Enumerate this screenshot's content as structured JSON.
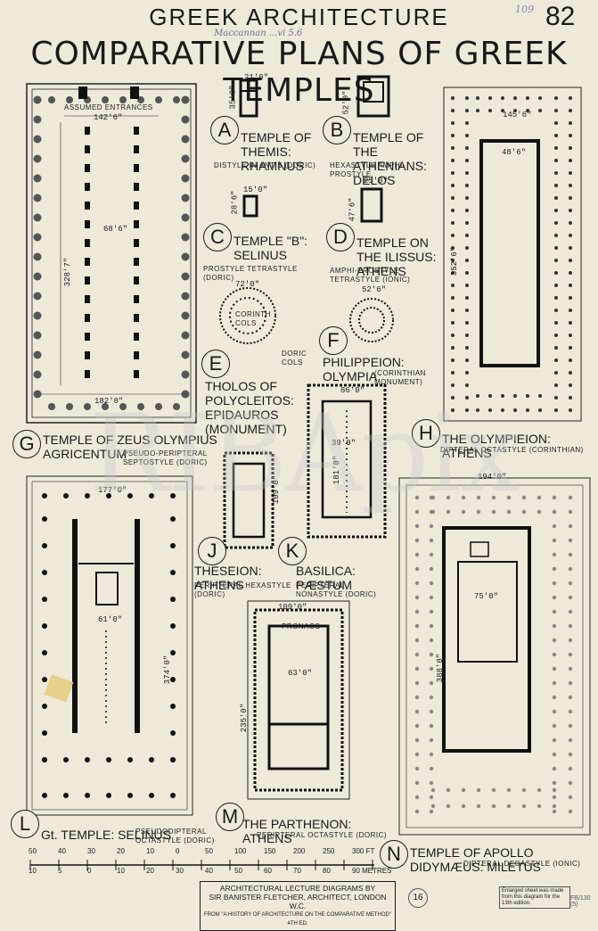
{
  "header": {
    "title": "GREEK ARCHITECTURE",
    "page_number": "82",
    "subtitle": "COMPARATIVE PLANS OF GREEK TEMPLES",
    "pencil_note": "Maccannan ...vi 5.6",
    "pencil_corner": "109"
  },
  "watermark": "RIBApix",
  "plans": {
    "A": {
      "letter": "A",
      "name": "TEMPLE OF THEMIS: RHAMNUS",
      "type": "DISTYLE IN ANTIS (DORIC)",
      "dims": [
        "21'0\"",
        "35'0\""
      ]
    },
    "B": {
      "letter": "B",
      "name": "TEMPLE OF THE ATHENIANS: DELOS",
      "type": "HEXASTYLE AMPHI-PROSTYLE",
      "dims": [
        "52'0\""
      ]
    },
    "C": {
      "letter": "C",
      "name": "TEMPLE \"B\": SELINUS",
      "type": "PROSTYLE TETRASTYLE (DORIC)",
      "dims": [
        "15'0\"",
        "28'6\""
      ]
    },
    "D": {
      "letter": "D",
      "name": "TEMPLE ON THE ILISSUS: ATHENS",
      "type": "AMPHI-PROSTYLE TETRASTYLE (IONIC)",
      "dims": [
        "25'0\"",
        "47'6\""
      ]
    },
    "E": {
      "letter": "E",
      "name": "THOLOS OF POLYCLEITOS: EPIDAUROS (MONUMENT)",
      "notes": [
        "CORINTH COLS",
        "DORIC COLS"
      ],
      "dims": [
        "72'0\""
      ]
    },
    "F": {
      "letter": "F",
      "name": "PHILIPPEION: OLYMPIA",
      "type": "(CORINTHIAN MONUMENT)",
      "dims": [
        "52'6\""
      ]
    },
    "G": {
      "letter": "G",
      "name": "TEMPLE OF ZEUS OLYMPIUS AGRICENTUM",
      "type": "PSEUDO-PERIPTERAL SEPTOSTYLE (DORIC)",
      "notes": [
        "ASSUMED ENTRANCES"
      ],
      "dims": [
        "142'6\"",
        "68'6\"",
        "328'7\"",
        "182'8\""
      ]
    },
    "H": {
      "letter": "H",
      "name": "THE OLYMPIEION: ATHENS",
      "type": "DIPTERAL OCTASTYLE (CORINTHIAN)",
      "dims": [
        "145'6\"",
        "352'6\"",
        "48'6\""
      ]
    },
    "J": {
      "letter": "J",
      "name": "THESEION: ATHENS",
      "type": "PERIPTERAL HEXASTYLE (DORIC)",
      "dims": [
        "109'0\""
      ]
    },
    "K": {
      "letter": "K",
      "name": "BASILICA: PÆSTUM",
      "type": "PERIPTERAL NONASTYLE (DORIC)",
      "dims": [
        "86'0\"",
        "39'0\"",
        "181'0\""
      ]
    },
    "L": {
      "letter": "L",
      "name": "Gt. TEMPLE: SELINUS",
      "type": "PSEUDODIPTERAL OCTASTYLE (DORIC)",
      "dims": [
        "177'0\"",
        "61'0\"",
        "374'0\""
      ]
    },
    "M": {
      "letter": "M",
      "name": "THE PARTHENON: ATHENS",
      "type": "PERIPTERAL OCTASTYLE (DORIC)",
      "notes": [
        "PRONAOS"
      ],
      "dims": [
        "109'0\"",
        "63'0\"",
        "235'0\""
      ]
    },
    "N": {
      "letter": "N",
      "name": "TEMPLE OF APOLLO DIDYMÆUS: MILETUS",
      "type": "DIPTERAL DECASTYLE (IONIC)",
      "dims": [
        "194'0\"",
        "75'0\"",
        "388'0\""
      ]
    }
  },
  "scale": {
    "feet_top": [
      "50",
      "40",
      "30",
      "20",
      "10",
      "0",
      "50",
      "100",
      "150",
      "200",
      "250",
      "300 FT"
    ],
    "metres_bottom": [
      "10",
      "5",
      "0",
      "10",
      "20",
      "30",
      "40",
      "50",
      "60",
      "70",
      "80",
      "90 METRES"
    ]
  },
  "footer": {
    "line1": "ARCHITECTURAL LECTURE DIAGRAMS BY",
    "line2": "SIR BANISTER FLETCHER, ARCHITECT, LONDON W.C.",
    "line3": "FROM \"A HISTORY OF ARCHITECTURE ON THE COMPARATIVE METHOD\" 4TH ED.",
    "circle_num": "16",
    "stamp_text": "Enlarged sheet was made from this diagram for the 13th edition.",
    "catalogue_ref": "FB/130 (5)"
  }
}
